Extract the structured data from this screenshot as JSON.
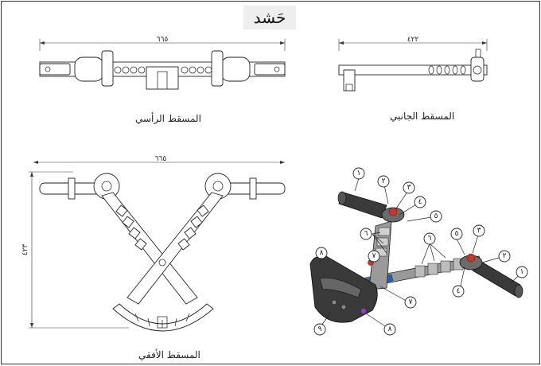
{
  "title": "حَشد",
  "views": {
    "top_view": {
      "label": "المسقط الرأسي",
      "width_dim": "٦٦٥"
    },
    "side_view": {
      "label": "المسقط الجانبي",
      "width_dim": "٤٢٢"
    },
    "plan_view": {
      "label": "المسقط الأفقي",
      "width_dim": "٦٦٥",
      "height_dim": "٤٢٣"
    }
  },
  "callouts": [
    "١",
    "٢",
    "٣",
    "٤",
    "٥",
    "٦",
    "٧",
    "٨",
    "٩"
  ],
  "colors": {
    "line": "#222222",
    "part_dark": "#3a3a3a",
    "part_gray": "#8a8a8a",
    "bar_blue": "#2f5fa8",
    "nut_red": "#c0392b",
    "pin_purple": "#8e44ad"
  }
}
